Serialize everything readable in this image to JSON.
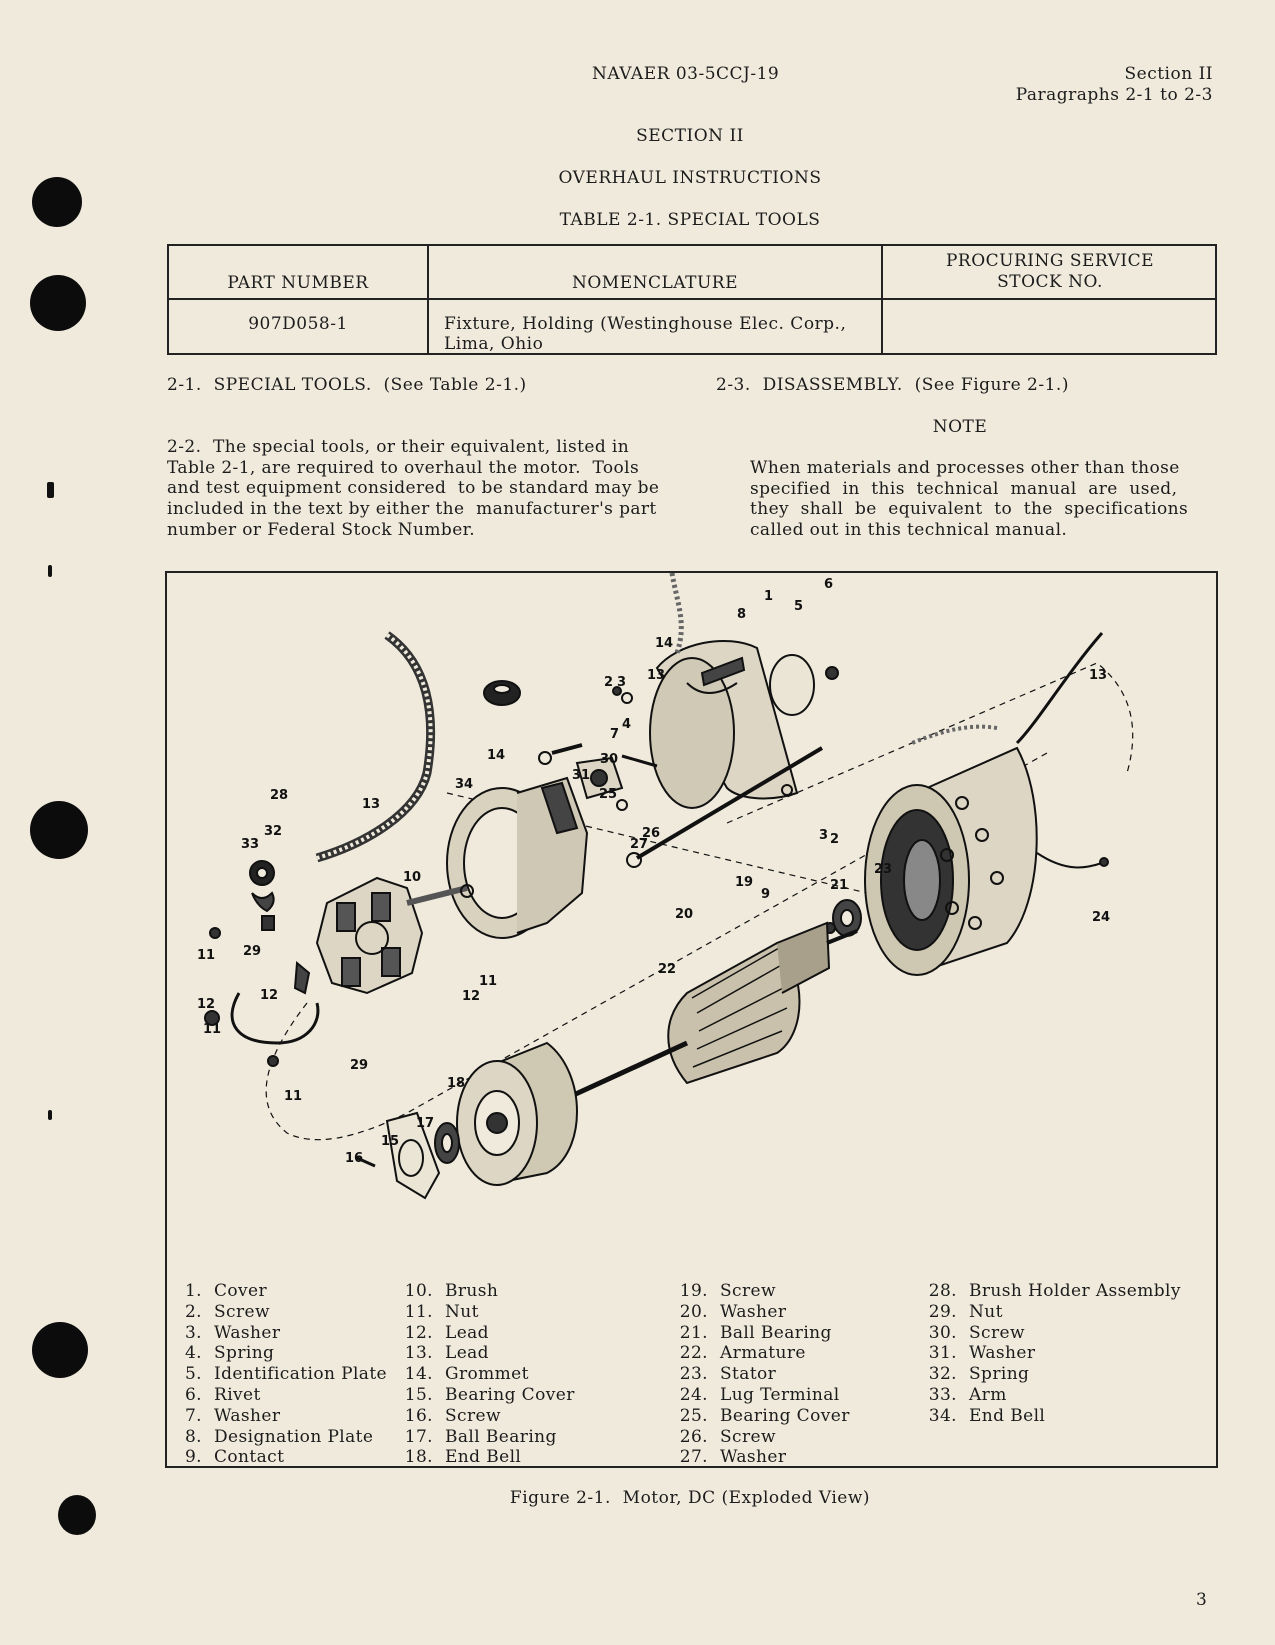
{
  "header": {
    "doc_number": "NAVAER 03-5CCJ-19",
    "section_ref": "Section II",
    "paragraphs_ref": "Paragraphs 2-1 to 2-3"
  },
  "section_title": "SECTION II",
  "section_subtitle": "OVERHAUL INSTRUCTIONS",
  "table": {
    "caption": "TABLE 2-1.  SPECIAL TOOLS",
    "headers": {
      "part_number": "PART NUMBER",
      "nomenclature": "NOMENCLATURE",
      "stock_line1": "PROCURING SERVICE",
      "stock_line2": "STOCK NO."
    },
    "row": {
      "part_number": "907D058-1",
      "nomenclature_line1": "Fixture, Holding (Westinghouse Elec. Corp.,",
      "nomenclature_line2": "Lima, Ohio",
      "stock": ""
    }
  },
  "paragraphs": {
    "p2_1_title": "2-1.  SPECIAL TOOLS.  (See Table 2-1.)",
    "p2_2": [
      "2-2.  The special tools, or their equivalent, listed in",
      "Table 2-1, are required to overhaul the motor.  Tools",
      "and test equipment considered  to be standard may be",
      "included in the text by either the  manufacturer's part",
      "number or Federal Stock Number."
    ],
    "p2_3_title": "2-3.  DISASSEMBLY.  (See Figure 2-1.)",
    "note_title": "NOTE",
    "note_lines": [
      "When materials and processes other than those",
      "specified  in  this  technical  manual  are  used,",
      "they  shall  be  equivalent  to  the  specifications",
      "called out in this technical manual."
    ]
  },
  "figure": {
    "callouts": [
      "1",
      "2",
      "3",
      "4",
      "5",
      "6",
      "7",
      "8",
      "9",
      "10",
      "11",
      "12",
      "13",
      "14",
      "15",
      "16",
      "17",
      "18",
      "19",
      "20",
      "21",
      "22",
      "23",
      "24",
      "25",
      "26",
      "27",
      "28",
      "29",
      "30",
      "31",
      "32",
      "33",
      "34"
    ],
    "legend": [
      [
        {
          "n": "1.",
          "label": "Cover"
        },
        {
          "n": "2.",
          "label": "Screw"
        },
        {
          "n": "3.",
          "label": "Washer"
        },
        {
          "n": "4.",
          "label": "Spring"
        },
        {
          "n": "5.",
          "label": "Identification Plate"
        },
        {
          "n": "6.",
          "label": "Rivet"
        },
        {
          "n": "7.",
          "label": "Washer"
        },
        {
          "n": "8.",
          "label": "Designation Plate"
        },
        {
          "n": "9.",
          "label": "Contact"
        }
      ],
      [
        {
          "n": "10.",
          "label": "Brush"
        },
        {
          "n": "11.",
          "label": "Nut"
        },
        {
          "n": "12.",
          "label": "Lead"
        },
        {
          "n": "13.",
          "label": "Lead"
        },
        {
          "n": "14.",
          "label": "Grommet"
        },
        {
          "n": "15.",
          "label": "Bearing Cover"
        },
        {
          "n": "16.",
          "label": "Screw"
        },
        {
          "n": "17.",
          "label": "Ball Bearing"
        },
        {
          "n": "18.",
          "label": "End Bell"
        }
      ],
      [
        {
          "n": "19.",
          "label": "Screw"
        },
        {
          "n": "20.",
          "label": "Washer"
        },
        {
          "n": "21.",
          "label": "Ball Bearing"
        },
        {
          "n": "22.",
          "label": "Armature"
        },
        {
          "n": "23.",
          "label": "Stator"
        },
        {
          "n": "24.",
          "label": "Lug Terminal"
        },
        {
          "n": "25.",
          "label": "Bearing Cover"
        },
        {
          "n": "26.",
          "label": "Screw"
        },
        {
          "n": "27.",
          "label": "Washer"
        }
      ],
      [
        {
          "n": "28.",
          "label": "Brush Holder Assembly"
        },
        {
          "n": "29.",
          "label": "Nut"
        },
        {
          "n": "30.",
          "label": "Screw"
        },
        {
          "n": "31.",
          "label": "Washer"
        },
        {
          "n": "32.",
          "label": "Spring"
        },
        {
          "n": "33.",
          "label": "Arm"
        },
        {
          "n": "34.",
          "label": "End Bell"
        }
      ]
    ],
    "caption": "Figure 2-1.  Motor, DC (Exploded View)"
  },
  "page_number": "3"
}
